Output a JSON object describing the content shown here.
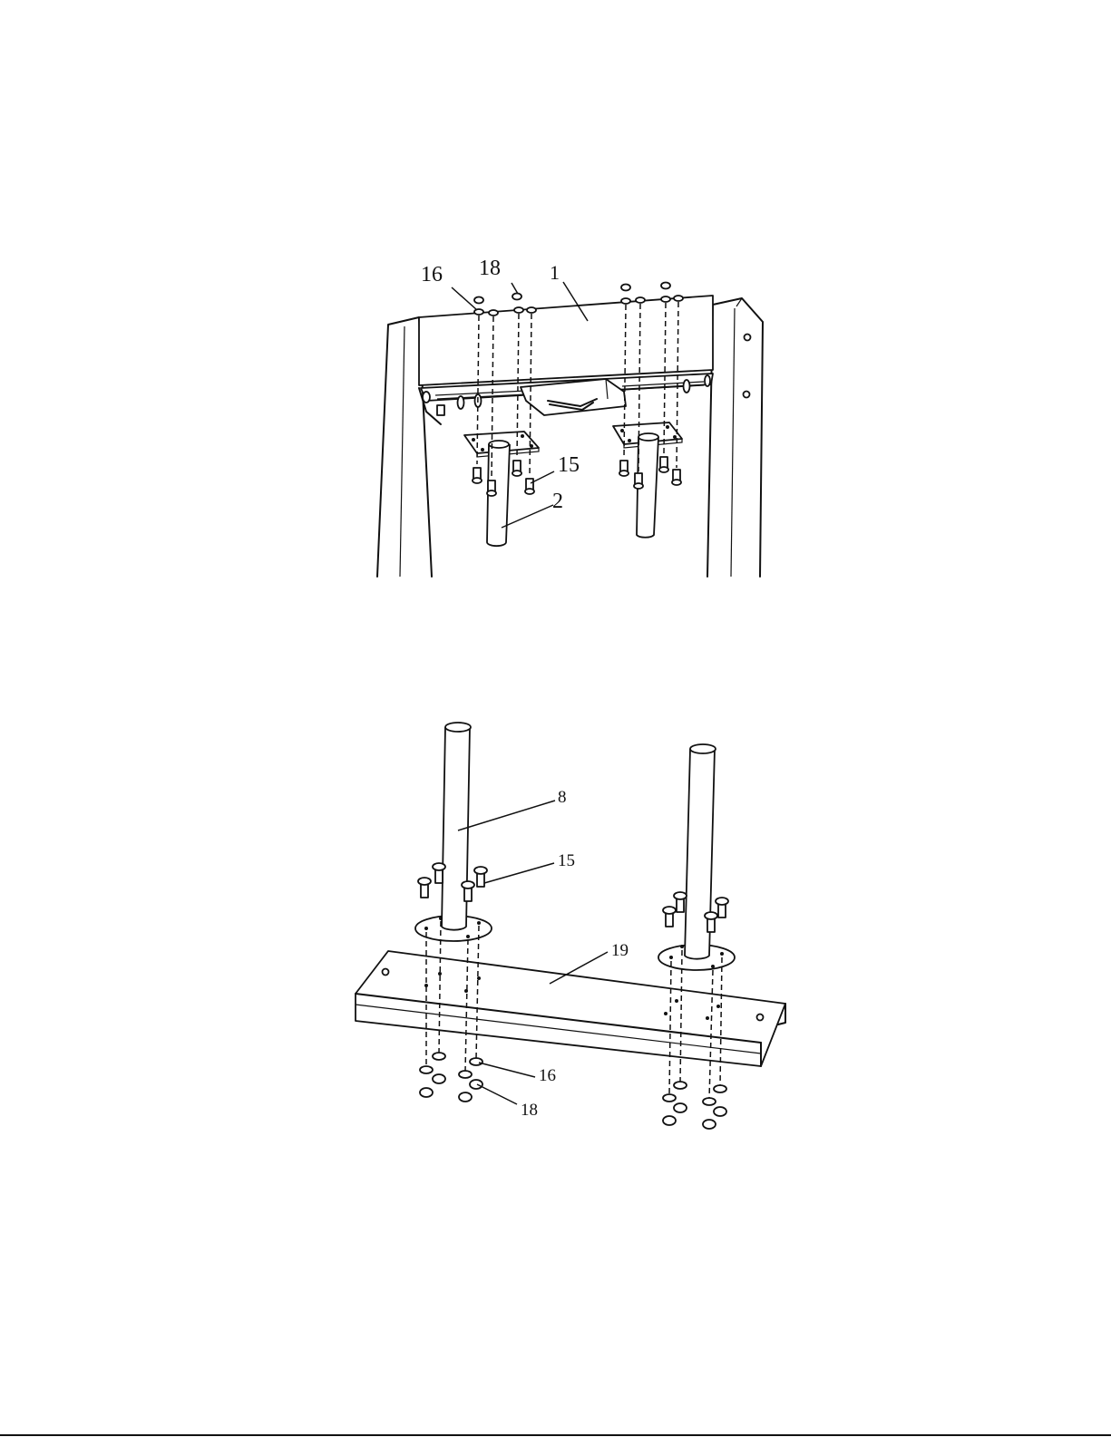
{
  "figure_top": {
    "labels": {
      "part_16": "16",
      "part_18": "18",
      "part_1": "1",
      "part_15": "15",
      "part_2": "2"
    }
  },
  "figure_bottom": {
    "labels": {
      "part_8": "8",
      "part_15": "15",
      "part_19": "19",
      "part_16": "16",
      "part_18": "18"
    }
  }
}
